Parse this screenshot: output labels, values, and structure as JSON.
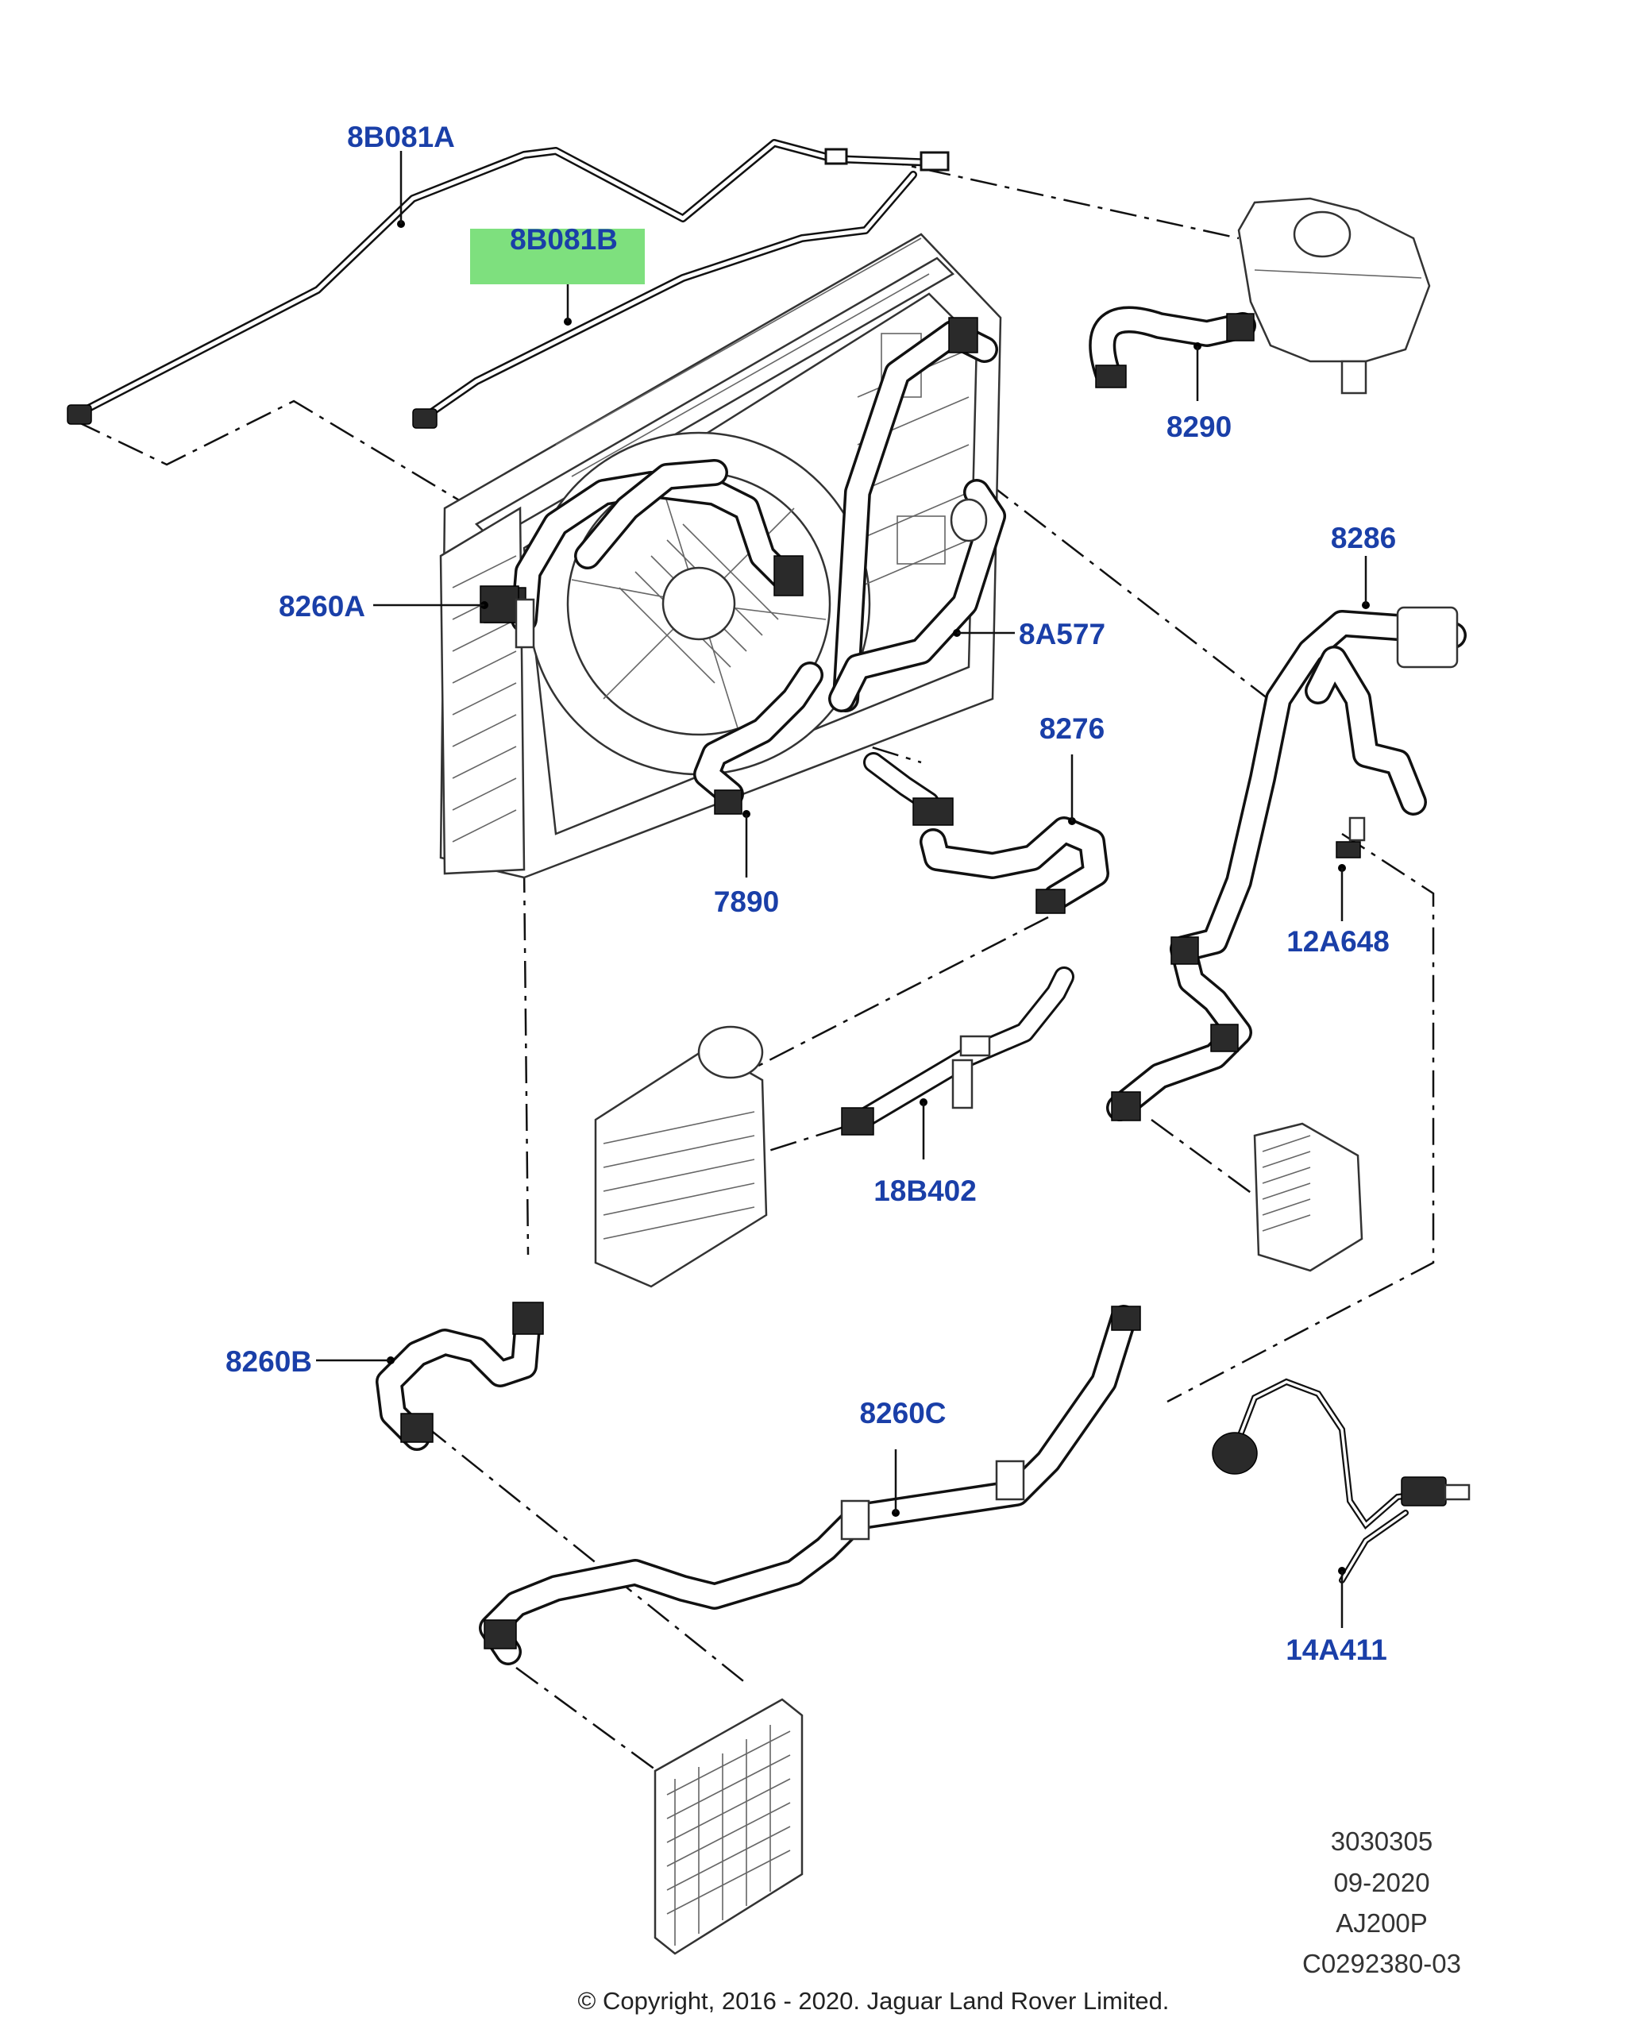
{
  "callouts": [
    {
      "id": "8B081A",
      "text": "8B081A"
    },
    {
      "id": "8B081B",
      "text": "8B081B",
      "highlight": "#7ee07e"
    },
    {
      "id": "8290",
      "text": "8290"
    },
    {
      "id": "8286",
      "text": "8286"
    },
    {
      "id": "8260A",
      "text": "8260A"
    },
    {
      "id": "8A577",
      "text": "8A577"
    },
    {
      "id": "8276",
      "text": "8276"
    },
    {
      "id": "7890",
      "text": "7890"
    },
    {
      "id": "12A648",
      "text": "12A648"
    },
    {
      "id": "18B402",
      "text": "18B402"
    },
    {
      "id": "8260B",
      "text": "8260B"
    },
    {
      "id": "8260C",
      "text": "8260C"
    },
    {
      "id": "14A411",
      "text": "14A411"
    }
  ],
  "info_block": {
    "line1": "3030305",
    "line2": "09-2020",
    "line3": "AJ200P",
    "line4": "C0292380-03"
  },
  "copyright": "© Copyright, 2016 - 2020. Jaguar Land Rover Limited.",
  "colors": {
    "callout_text": "#1a3fa8",
    "highlight": "#7ee07e",
    "line": "#111111"
  }
}
